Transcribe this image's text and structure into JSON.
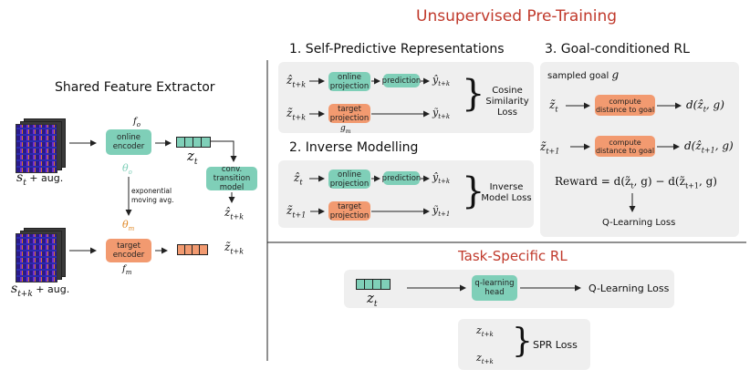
{
  "header": {
    "unsupervised": "Unsupervised Pre-Training",
    "task_specific": "Task-Specific RL"
  },
  "extractor": {
    "title": "Shared Feature Extractor",
    "s_t": "s",
    "s_t_sub": "t",
    "s_t_suffix": " + aug.",
    "s_tk": "s",
    "s_tk_sub": "t+k",
    "s_tk_suffix": " + aug.",
    "f_o": "f",
    "f_o_sub": "o",
    "online_encoder": "online encoder",
    "theta_o": "θ",
    "theta_o_sub": "o",
    "z_t": "z",
    "z_t_sub": "t",
    "ema": "exponential moving avg.",
    "theta_m": "θ",
    "theta_m_sub": "m",
    "target_encoder": "target encoder",
    "f_m": "f",
    "f_m_sub": "m",
    "transition_model": "conv. transition model",
    "zhat_tk": "ẑ",
    "zhat_tk_sub": "t+k",
    "ztilde_tk": "z̃",
    "ztilde_tk_sub": "t+k"
  },
  "spr": {
    "title": "1. Self-Predictive Representations",
    "in_online": "ẑ",
    "in_online_sub": "t+k",
    "in_target": "z̃",
    "in_target_sub": "t+k",
    "online_projection": "online projection",
    "prediction": "prediction",
    "target_projection": "target projection",
    "out_online": "ŷ",
    "out_online_sub": "t+k",
    "out_target": "ỹ",
    "out_target_sub": "t+k",
    "g_m": "g",
    "g_m_sub": "m",
    "loss": "Cosine Similarity Loss"
  },
  "inverse": {
    "title": "2. Inverse Modelling",
    "in_online": "ẑ",
    "in_online_sub": "t",
    "in_target": "z̃",
    "in_target_sub": "t+1",
    "online_projection": "online projection",
    "prediction": "prediction",
    "target_projection": "target projection",
    "out_online": "ŷ",
    "out_online_sub": "t+k",
    "out_target": "ỹ",
    "out_target_sub": "t+1",
    "loss": "Inverse Model Loss"
  },
  "goal": {
    "title": "3. Goal-conditioned RL",
    "sampled_goal": "sampled goal ",
    "g": "g",
    "z1": "z̃",
    "z1_sub": "t",
    "z2": "z̃",
    "z2_sub": "t+1",
    "compute_distance": "compute distance to goal",
    "d1": "d(ẑ",
    "d1_sub": "t",
    "d1_end": ", g)",
    "d2": "d(ẑ",
    "d2_sub": "t+1",
    "d2_end": ", g)",
    "reward": "Reward = d(z̃",
    "reward_sub1": "t",
    "reward_mid": ", g) − d(z̃",
    "reward_sub2": "t+1",
    "reward_end": ", g)",
    "q_loss": "Q-Learning Loss"
  },
  "task": {
    "z": "z",
    "z_sub": "t",
    "q_head": "q-learning head",
    "q_loss": "Q-Learning Loss",
    "spr_z1": "z",
    "spr_z1_sub": "t+k",
    "spr_z2": "z",
    "spr_z2_sub": "t+k",
    "spr_loss": "SPR Loss"
  },
  "colors": {
    "online": "#7fcfb8",
    "target": "#f29a70",
    "accent_red": "#c0392b",
    "panel": "#efefef"
  }
}
